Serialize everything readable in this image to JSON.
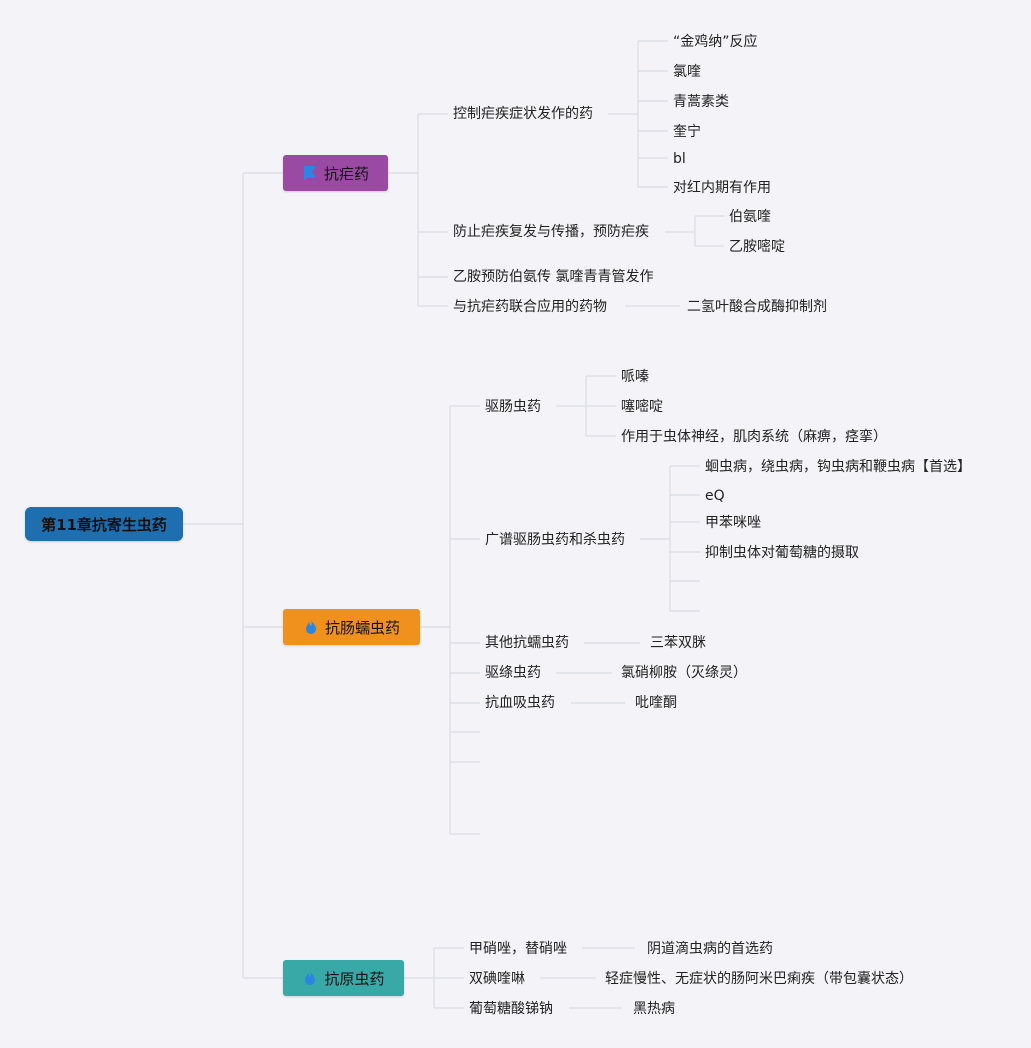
{
  "root": {
    "label": "第11章抗寄生虫药",
    "color": "#1e6fb0"
  },
  "branches": {
    "b1": {
      "label": "抗疟药",
      "color": "#9b4aa3",
      "icon": "flag-icon"
    },
    "b2": {
      "label": "抗肠蠕虫药",
      "color": "#f0911e",
      "icon": "fire-icon"
    },
    "b3": {
      "label": "抗原虫药",
      "color": "#39a9a7",
      "icon": "fire-icon"
    }
  },
  "nodes": {
    "n1": "控制疟疾症状发作的药",
    "n1a": "“金鸡纳”反应",
    "n1b": "氯喹",
    "n1c": "青蒿素类",
    "n1d": "奎宁",
    "n1e": "bl",
    "n1f": "对红内期有作用",
    "n2": "防止疟疾复发与传播，预防疟疾",
    "n2a": "伯氨喹",
    "n2b": "乙胺嘧啶",
    "n3": "乙胺预防伯氨传 氯喹青青管发作",
    "n4": "与抗疟药联合应用的药物",
    "n4a": "二氢叶酸合成酶抑制剂",
    "m1": "驱肠虫药",
    "m1a": "哌嗪",
    "m1b": "噻嘧啶",
    "m1c": "作用于虫体神经，肌肉系统（麻痹，痉挛）",
    "m2": "广谱驱肠虫药和杀虫药",
    "m2a": "蛔虫病，绕虫病，钩虫病和鞭虫病【首选】",
    "m2b": "eQ",
    "m2c": "甲苯咪唑",
    "m2d": "抑制虫体对葡萄糖的摄取",
    "m3": "其他抗蠕虫药",
    "m3a": "三苯双脒",
    "m4": "驱绦虫药",
    "m4a": "氯硝柳胺（灭绦灵）",
    "m5": "抗血吸虫药",
    "m5a": "吡喹酮",
    "p1": "甲硝唑，替硝唑",
    "p1a": "阴道滴虫病的首选药",
    "p2": "双碘喹啉",
    "p2a": "轻症慢性、无症状的肠阿米巴痢疾（带包囊状态）",
    "p3": "葡萄糖酸锑钠",
    "p3a": "黑热病"
  }
}
